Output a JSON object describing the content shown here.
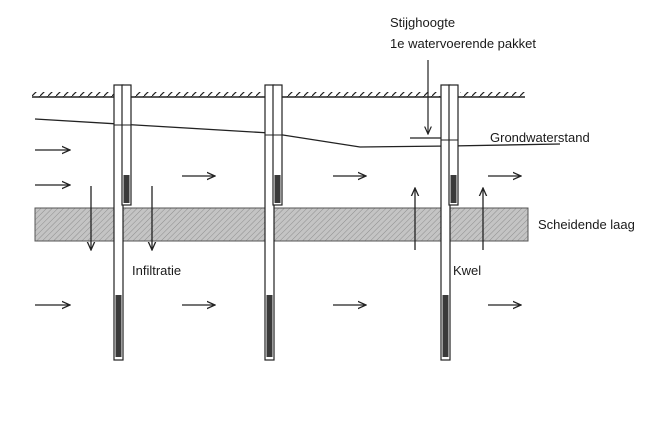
{
  "labels": {
    "stijghoogte_line1": "Stijghoogte",
    "stijghoogte_line2": "1e watervoerende pakket",
    "grondwaterstand": "Grondwaterstand",
    "scheidende_laag": "Scheidende laag",
    "infiltratie": "Infiltratie",
    "kwel": "Kwel"
  },
  "colors": {
    "line": "#222222",
    "layer_fill": "#bdbdbd",
    "filter_fill": "#3a3a3a"
  }
}
